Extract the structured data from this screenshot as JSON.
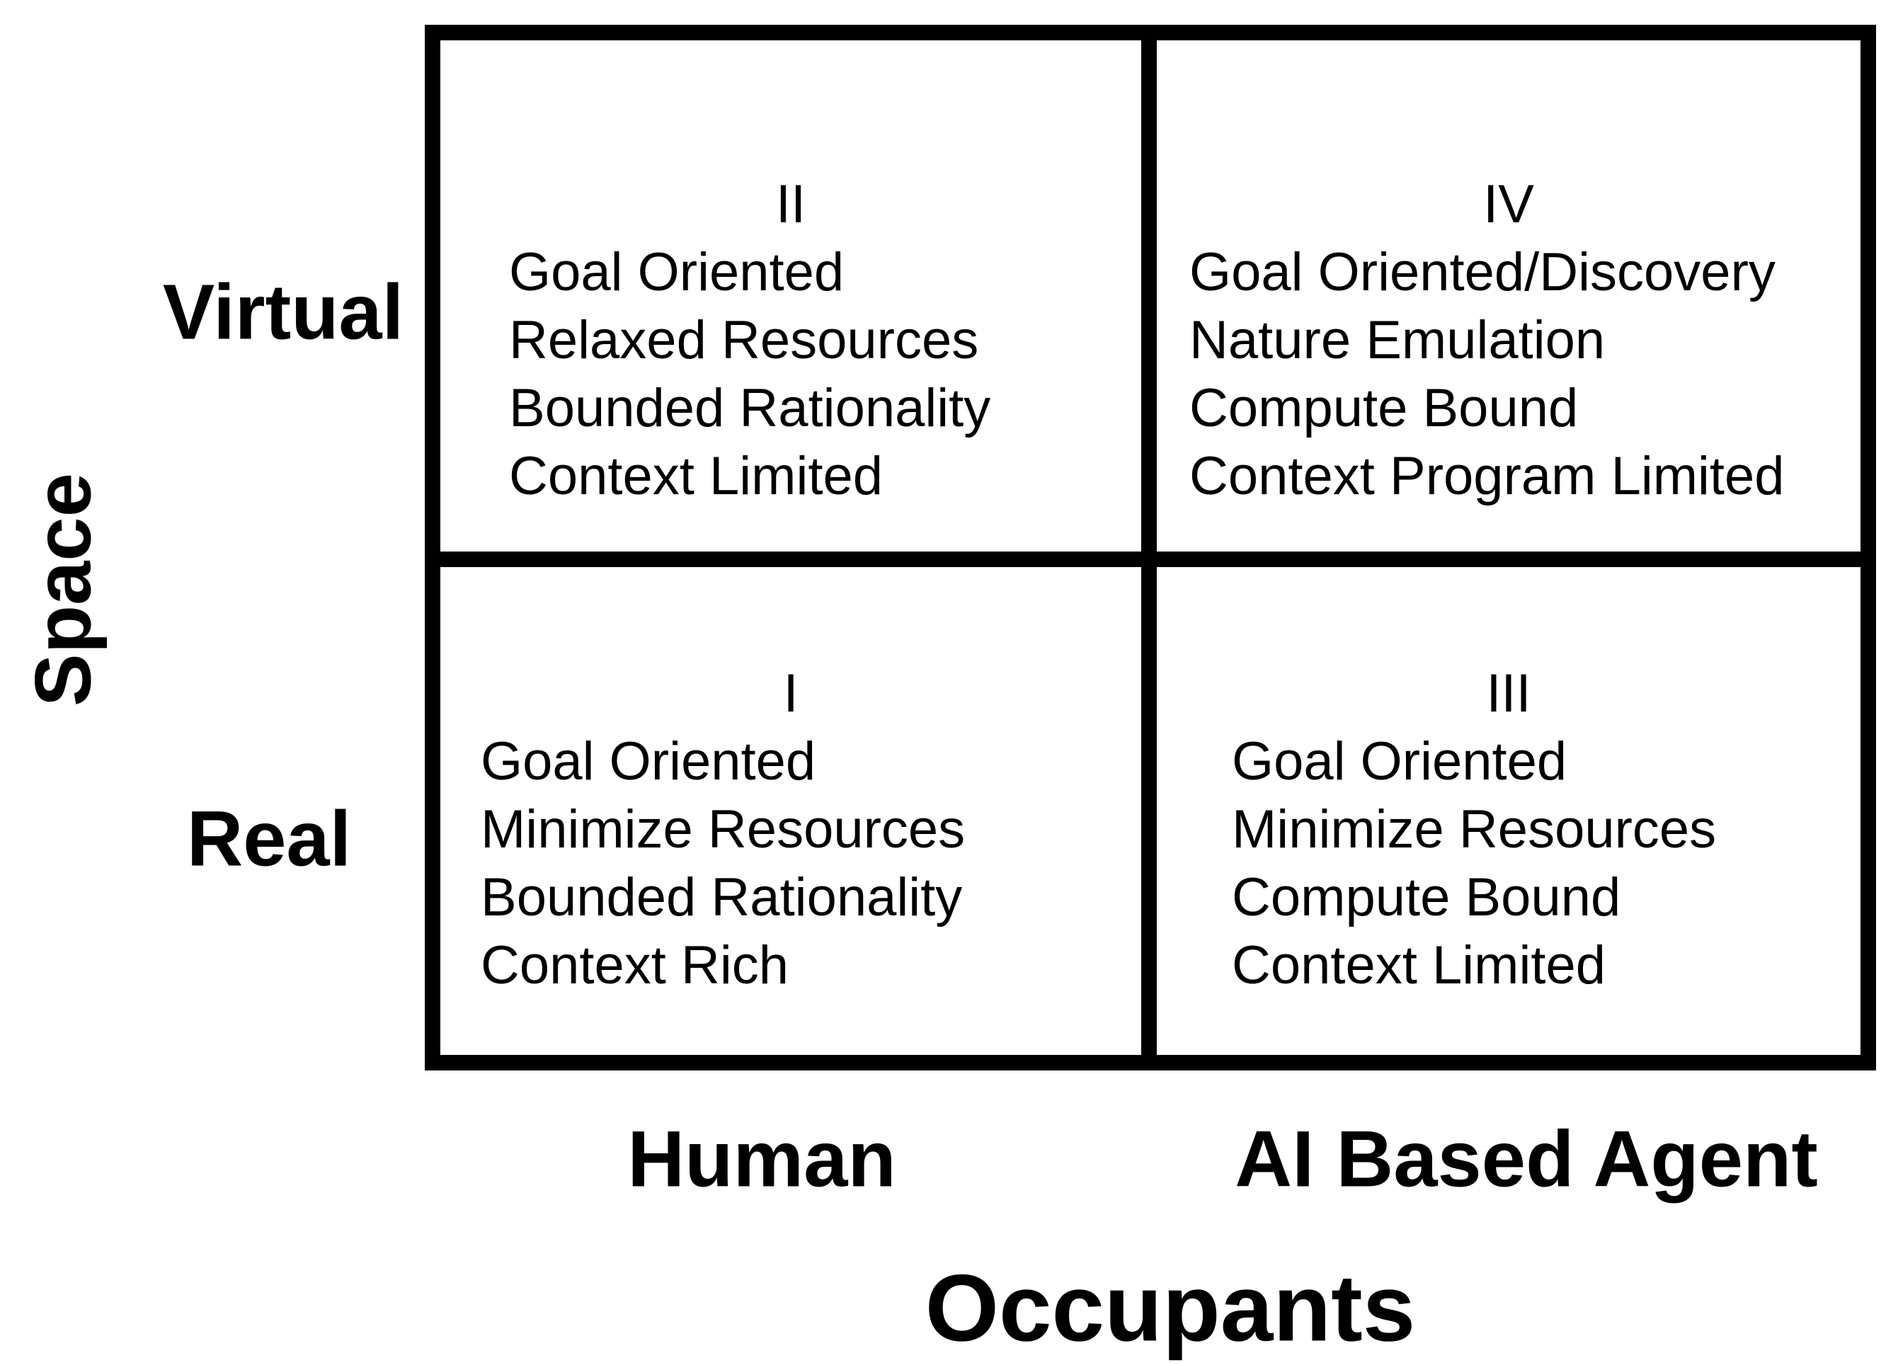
{
  "diagram": {
    "title_context": "Space vs Occupants quadrant matrix",
    "colors": {
      "background": "#ffffff",
      "border": "#000000",
      "text": "#000000"
    },
    "y_axis": {
      "title": "Space",
      "top_row_label": "Virtual",
      "bottom_row_label": "Real"
    },
    "x_axis": {
      "title": "Occupants",
      "left_col_label": "Human",
      "right_col_label": "AI Based Agent"
    },
    "quadrants": {
      "top_left": {
        "numeral": "II",
        "lines": [
          "Goal Oriented",
          "Relaxed Resources",
          "Bounded Rationality",
          "Context Limited"
        ]
      },
      "top_right": {
        "numeral": "IV",
        "lines": [
          "Goal Oriented/Discovery",
          "Nature Emulation",
          "Compute Bound",
          "Context Program Limited"
        ]
      },
      "bottom_left": {
        "numeral": "I",
        "lines": [
          "Goal Oriented",
          "Minimize Resources",
          "Bounded Rationality",
          "Context Rich"
        ]
      },
      "bottom_right": {
        "numeral": "III",
        "lines": [
          "Goal Oriented",
          "Minimize Resources",
          "Compute Bound",
          "Context Limited"
        ]
      }
    }
  }
}
